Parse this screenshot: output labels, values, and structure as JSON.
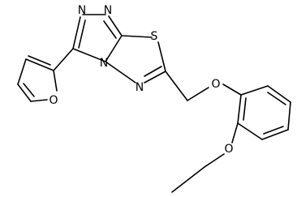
{
  "molecule": {
    "atoms": {
      "n1": "N",
      "n2": "N",
      "n4": "N",
      "n5": "N",
      "s1": "S",
      "o_furan": "O",
      "o_ether": "O",
      "o_ethoxy": "O"
    }
  },
  "colors": {
    "bond": "#000000",
    "background": "#ffffff"
  }
}
